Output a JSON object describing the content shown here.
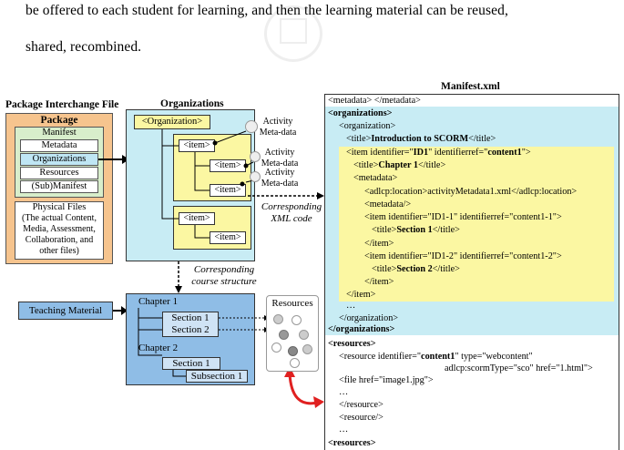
{
  "paragraph": {
    "line1": "be offered to each student for learning, and then the learning material can be reused,",
    "line2": "shared, recombined."
  },
  "figure": {
    "package_interchange_file": "Package Interchange File",
    "package": "Package",
    "manifest": "Manifest",
    "metadata": "Metadata",
    "organizations": "Organizations",
    "resources": "Resources",
    "sub_manifest": "(Sub)Manifest",
    "physical_files": [
      "Physical Files",
      "(The actual Content,",
      "Media, Assessment,",
      "Collaboration, and",
      "other files)"
    ],
    "organizations_title": "Organizations",
    "organization_tag": "<Organization>",
    "item": "<item>",
    "activity_metadata": [
      "Activity",
      "Meta-data"
    ],
    "corresponding_xml": [
      "Corresponding",
      "XML code"
    ],
    "corresponding_course": [
      "Corresponding",
      "course structure"
    ],
    "teaching_material": "Teaching Material",
    "chapter1": "Chapter 1",
    "chapter2": "Chapter 2",
    "section1": "Section 1",
    "section2": "Section 2",
    "subsection1": "Subsection 1",
    "resources_box": "Resources",
    "manifest_xml_title": "Manifest.xml"
  },
  "colors": {
    "orange": "#f6c48e",
    "green": "#d8eecb",
    "cyan": "#c8ecf4",
    "yellow": "#fbf7a2",
    "blue": "#8fbde6",
    "arrow_red": "#e02020"
  }
}
